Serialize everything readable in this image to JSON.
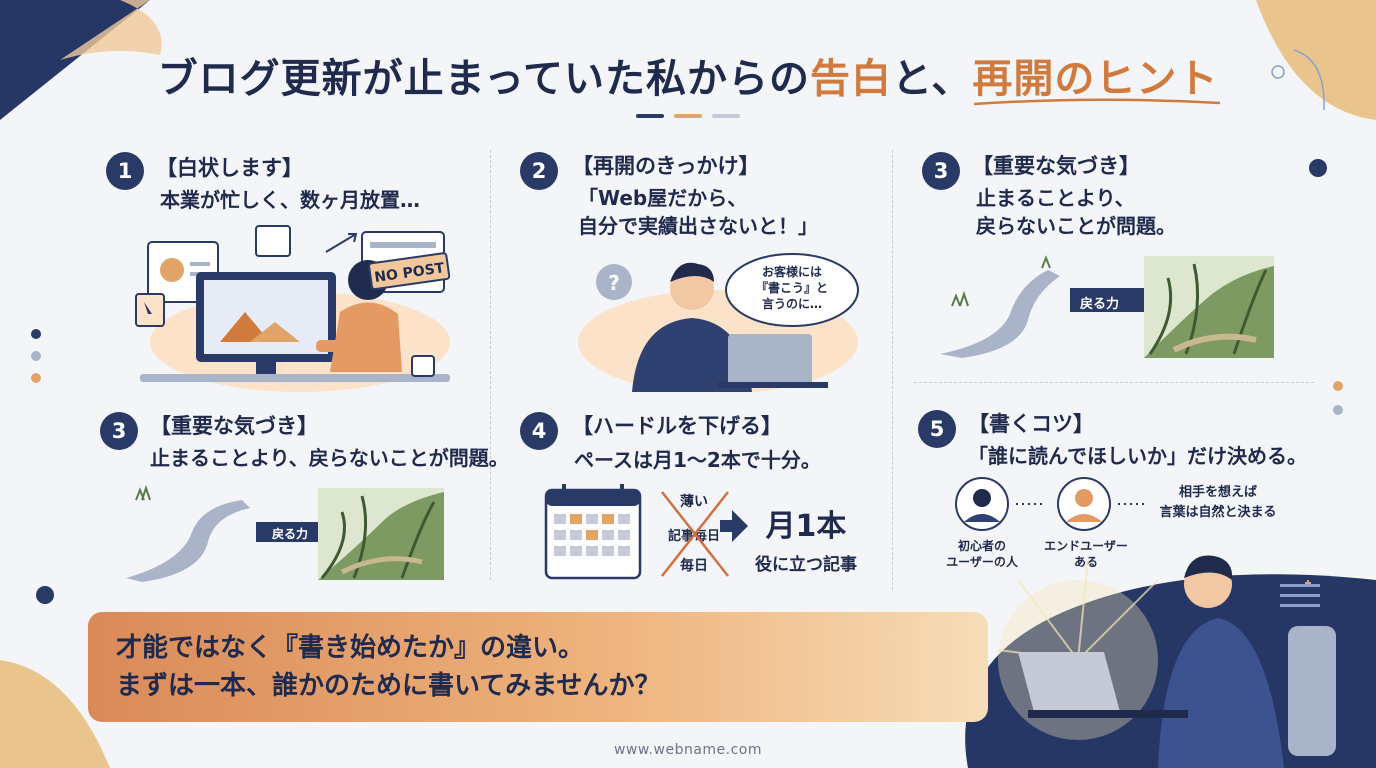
{
  "title": {
    "main": "ブログ更新が止まっていた私からの",
    "accent_a": "告白",
    "connector": "と、",
    "accent_b": "再開のヒント"
  },
  "sections": {
    "s1": {
      "number": "1",
      "heading": "【白状します】",
      "text": "本業が忙しく、数ヶ月放置…",
      "badge": "NO POST"
    },
    "s2": {
      "number": "2",
      "heading": "【再開のきっかけ】",
      "line1": "「Web屋だから、",
      "line2": "自分で実績出さないと！」",
      "bubble_line1": "お客様には",
      "bubble_line2": "『書こう』と",
      "bubble_line3": "言うのに…",
      "question": "?"
    },
    "s3_top": {
      "number": "3",
      "heading": "【重要な気づき】",
      "line1": "止まることより、",
      "line2": "戻らないことが問題。",
      "arrow_label": "戻る力"
    },
    "s3_bottom": {
      "number": "3",
      "heading": "【重要な気づき】",
      "text": "止まることより、戻らないことが問題。",
      "arrow_label": "戻る力"
    },
    "s4": {
      "number": "4",
      "heading": "【ハードルを下げる】",
      "text": "ペースは月1〜2本で十分。",
      "crossed_a": "薄い",
      "crossed_b": "記事毎日",
      "crossed_c": "毎日",
      "big": "月1本",
      "sub": "役に立つ記事"
    },
    "s5": {
      "number": "5",
      "heading": "【書くコツ】",
      "text": "「誰に読んでほしいか」だけ決める。",
      "persona1_line1": "初心者の",
      "persona1_line2": "ユーザーの人",
      "persona2_line1": "エンドユーザー",
      "persona2_line2": "ある",
      "note_line1": "相手を想えば",
      "note_line2": "言葉は自然と決まる"
    }
  },
  "banner": {
    "line1": "才能ではなく『書き始めたか』の違い。",
    "line2": "まずは一本、誰かのために書いてみませんか？"
  },
  "footer": "www.webname.com",
  "colors": {
    "navy": "#1f2a4d",
    "accent_orange": "#d07a3e",
    "number_bg": "#2a3a66",
    "banner_start": "#d98a58",
    "banner_end": "#f6ddb8"
  }
}
